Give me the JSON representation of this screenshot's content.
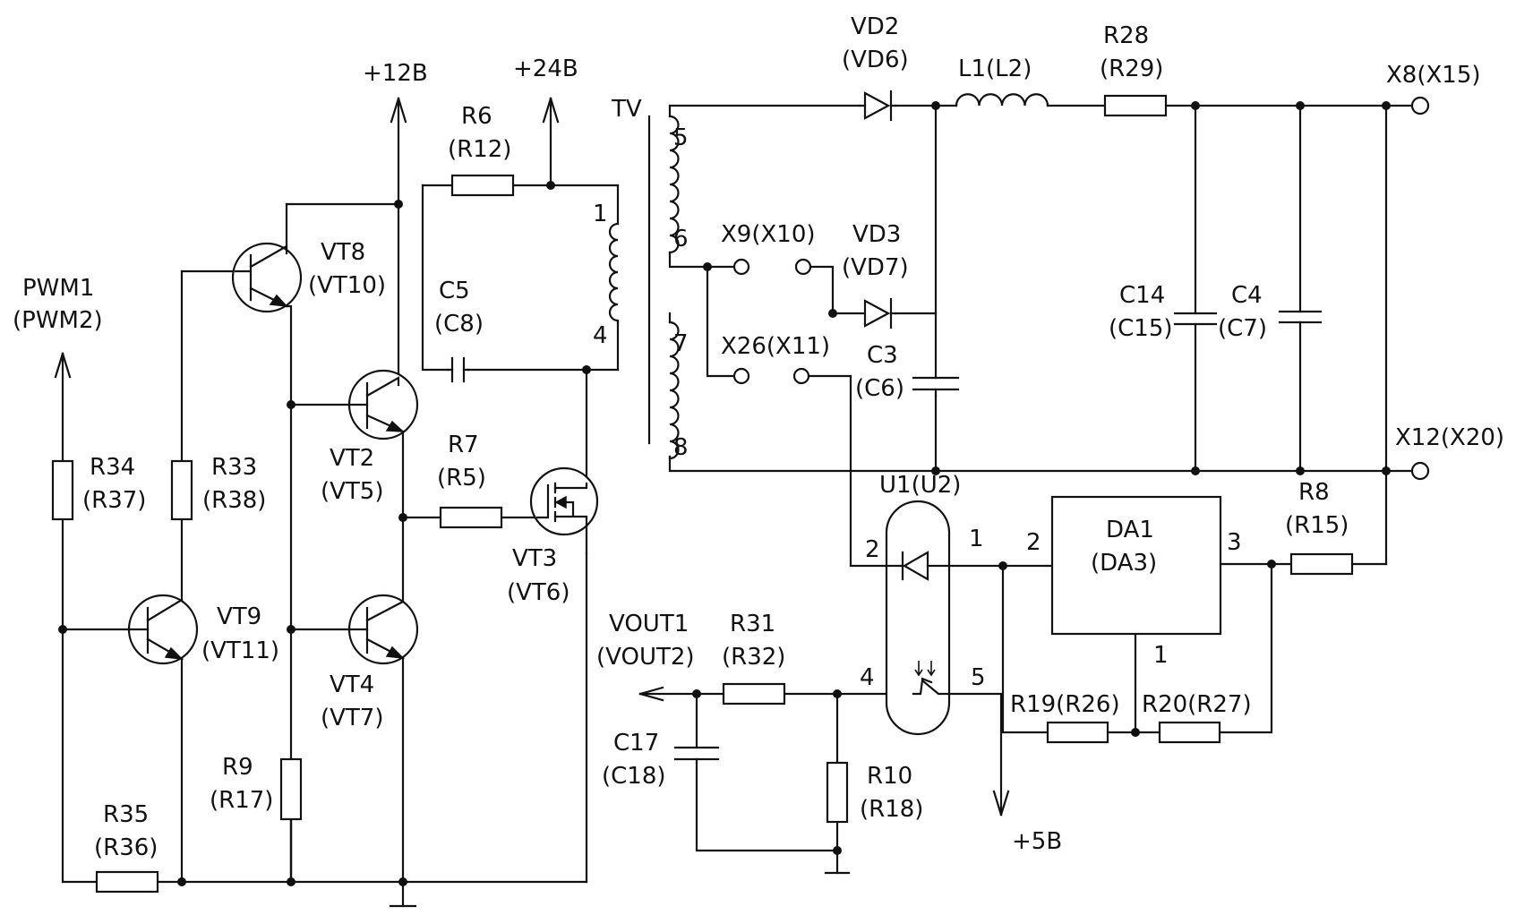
{
  "rails": {
    "v12": "+12В",
    "v24": "+24В",
    "v5": "+5В"
  },
  "signals": {
    "pwm_in": [
      "PWM1",
      "(PWM2)"
    ],
    "vout": [
      "VOUT1",
      "(VOUT2)"
    ]
  },
  "transistors": {
    "vt8": [
      "VT8",
      "(VT10)"
    ],
    "vt2": [
      "VT2",
      "(VT5)"
    ],
    "vt4": [
      "VT4",
      "(VT7)"
    ],
    "vt9": [
      "VT9",
      "(VT11)"
    ],
    "vt3": [
      "VT3",
      "(VT6)"
    ]
  },
  "resistors": {
    "r6": [
      "R6",
      "(R12)"
    ],
    "r7": [
      "R7",
      "(R5)"
    ],
    "r34": [
      "R34",
      "(R37)"
    ],
    "r33": [
      "R33",
      "(R38)"
    ],
    "r9": [
      "R9",
      "(R17)"
    ],
    "r35": [
      "R35",
      "(R36)"
    ],
    "r31": [
      "R31",
      "(R32)"
    ],
    "r10": [
      "R10",
      "(R18)"
    ],
    "r28": [
      "R28",
      "(R29)"
    ],
    "r8": [
      "R8",
      "(R15)"
    ],
    "r19": [
      "R19(R26)"
    ],
    "r20": [
      "R20(R27)"
    ]
  },
  "capacitors": {
    "c5": [
      "C5",
      "(C8)"
    ],
    "c3": [
      "C3",
      "(C6)"
    ],
    "c14": [
      "C14",
      "(C15)"
    ],
    "c4": [
      "C4",
      "(C7)"
    ],
    "c17": [
      "C17",
      "(C18)"
    ]
  },
  "diodes": {
    "vd2": [
      "VD2",
      "(VD6)"
    ],
    "vd3": [
      "VD3",
      "(VD7)"
    ]
  },
  "inductors": {
    "l1": "L1(L2)"
  },
  "transformer": {
    "name": "TV",
    "pins": [
      "5",
      "6",
      "7",
      "8",
      "1",
      "4"
    ]
  },
  "connectors": {
    "x9": "X9(X10)",
    "x26": "X26(X11)",
    "x8": "X8(X15)",
    "x12": "X12(X20)"
  },
  "optocoupler": {
    "name": "U1(U2)",
    "pins": [
      "2",
      "1",
      "4",
      "5"
    ]
  },
  "regulator": {
    "name": [
      "DA1",
      "(DA3)"
    ],
    "pins": [
      "2",
      "3",
      "1"
    ]
  }
}
